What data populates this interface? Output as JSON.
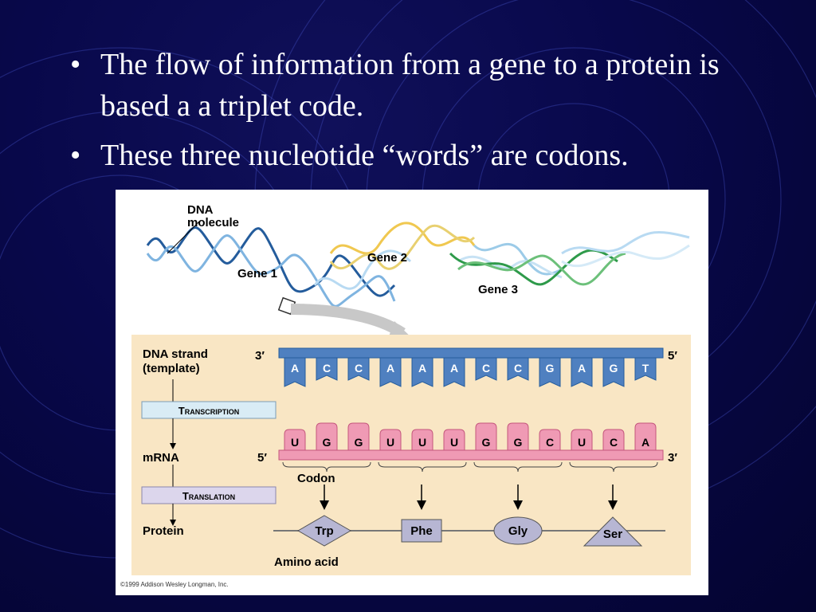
{
  "bullets": [
    "The flow of information from a gene to a protein is based a a triplet code.",
    "These three nucleotide “words” are codons."
  ],
  "figure": {
    "dna_label_1": "DNA",
    "dna_label_2": "molecule",
    "gene1": "Gene 1",
    "gene2": "Gene 2",
    "gene3": "Gene 3",
    "dna_strand_1": "DNA strand",
    "dna_strand_2": "(template)",
    "transcription": "Transcription",
    "mrna": "mRNA",
    "translation": "Translation",
    "protein": "Protein",
    "prime3_left": "3′",
    "prime5_right": "5′",
    "prime5_left": "5′",
    "prime3_right": "3′",
    "dna_bases": [
      "A",
      "C",
      "C",
      "A",
      "A",
      "A",
      "C",
      "C",
      "G",
      "A",
      "G",
      "T"
    ],
    "mrna_bases": [
      "U",
      "G",
      "G",
      "U",
      "U",
      "U",
      "G",
      "G",
      "C",
      "U",
      "C",
      "A"
    ],
    "codon": "Codon",
    "amino_acids": [
      "Trp",
      "Phe",
      "Gly",
      "Ser"
    ],
    "amino_acid_label": "Amino acid",
    "copyright": "©1999 Addison Wesley Longman, Inc.",
    "colors": {
      "panel": "#f9e6c4",
      "dna_strand": "#4f80c0",
      "dna_dark": "#245c9c",
      "mrna": "#ef9ab4",
      "mrna_dark": "#c4567c",
      "gene2": "#f0c850",
      "gene3": "#2e9a4a",
      "amino": "#b7b6d3"
    }
  }
}
